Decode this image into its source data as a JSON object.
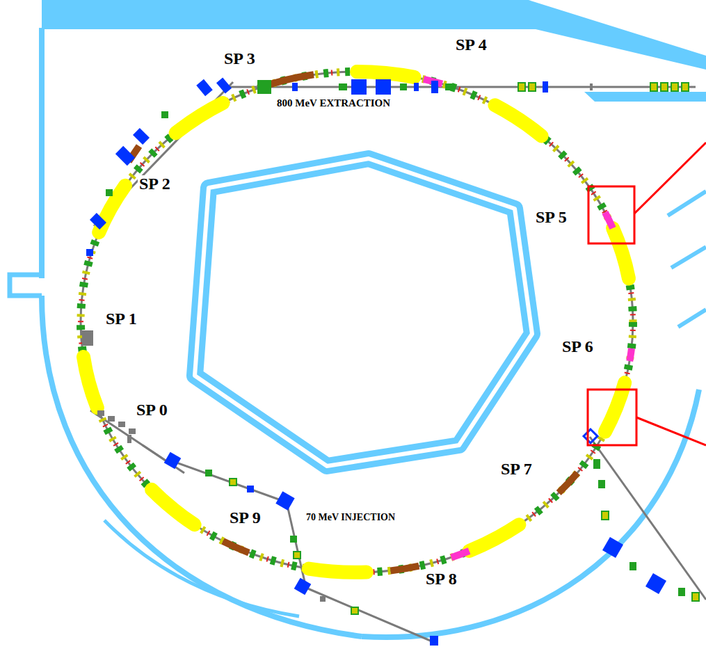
{
  "diagram": {
    "labels": [
      "SP 3",
      "SP 4",
      "800 MeV EXTRACTION",
      "SP 2",
      "SP 5",
      "SP 1",
      "SP 6",
      "SP 0",
      "SP 7",
      "SP 9",
      "70 MeV INJECTION",
      "SP 8"
    ]
  }
}
